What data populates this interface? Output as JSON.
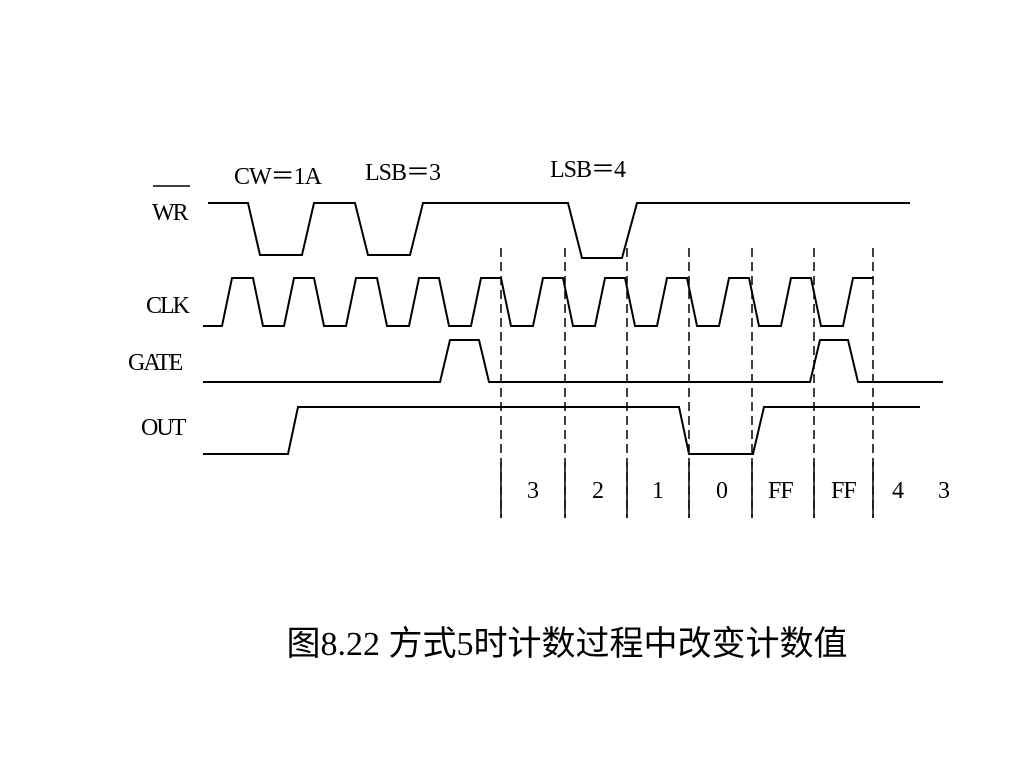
{
  "signals": {
    "wr": "WR",
    "clk": "CLK",
    "gate": "GATE",
    "out": "OUT"
  },
  "annotations": {
    "cw": "CW＝1A",
    "lsb1": "LSB＝3",
    "lsb2": "LSB＝4"
  },
  "counts": [
    "3",
    "2",
    "1",
    "0",
    "FF",
    "FF",
    "4",
    "3"
  ],
  "caption": "图8.22 方式5时计数过程中改变计数值"
}
